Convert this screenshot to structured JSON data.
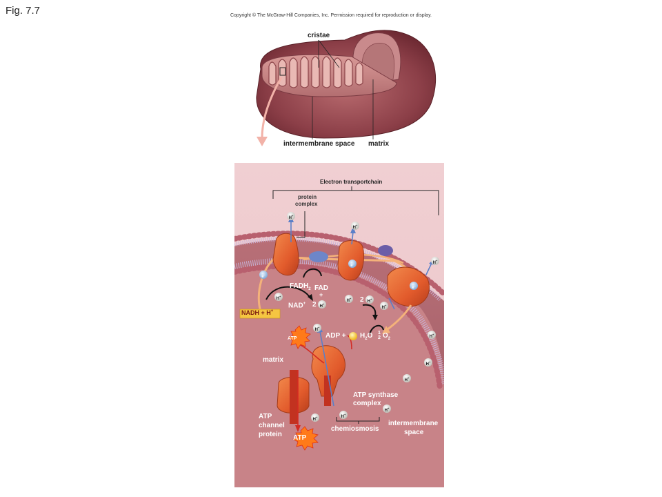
{
  "figure": {
    "label": "Fig. 7.7",
    "copyright": "Copyright © The McGraw-Hill Companies, Inc. Permission required for reproduction or display."
  },
  "mitochondrion": {
    "cristae": "cristae",
    "intermembrane_space": "intermembrane space",
    "matrix": "matrix"
  },
  "detail": {
    "etc_title": "Electron transportchain",
    "protein_complex": [
      "protein",
      "complex"
    ],
    "nadh": "NADH + H",
    "nadh_sup": "+",
    "nad": "NAD",
    "nad_sup": "+",
    "fadh2": "FADH",
    "fadh2_sub": "2",
    "fad": "FAD",
    "plus": "+",
    "two": "2",
    "adp": "ADP +",
    "h2o": "H",
    "h2o_sub": "2",
    "h2o_o": "O",
    "half": "1",
    "half_den": "2",
    "o2": "O",
    "o2_sub": "2",
    "atp": "ATP",
    "matrix": "matrix",
    "atp_synthase": [
      "ATP synthase",
      "complex"
    ],
    "atp_channel": [
      "ATP",
      "channel",
      "protein"
    ],
    "chemiosmosis": "chemiosmosis",
    "intermembrane_space": [
      "intermembrane",
      "space"
    ],
    "h_ion": "H",
    "h_sup": "+",
    "electron": "e",
    "electron_sup": "–"
  }
}
